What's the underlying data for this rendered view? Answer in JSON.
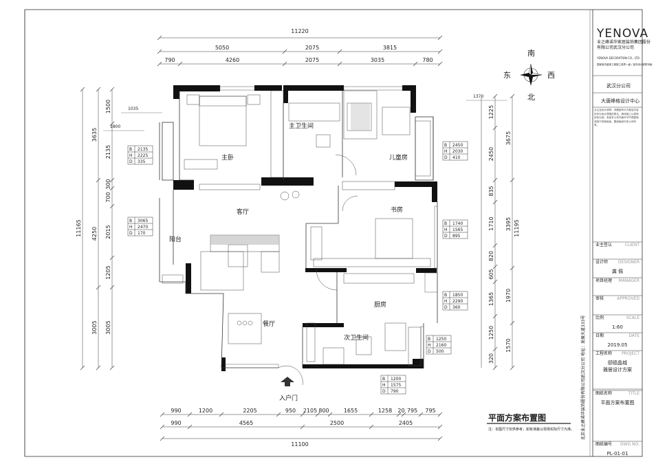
{
  "compass": {
    "north": "北",
    "south": "南",
    "east": "东",
    "west": "西"
  },
  "dims_top": {
    "total": "11220",
    "row2": [
      "5050",
      "2075",
      "3815"
    ],
    "row3": [
      "790",
      "4260",
      "2075",
      "3035",
      "780"
    ]
  },
  "dims_bottom": {
    "row1": [
      "990",
      "1200",
      "2205",
      "950",
      "2105",
      "800",
      "1655",
      "1258",
      "20",
      "795",
      "795"
    ],
    "row2": [
      "990",
      "4565",
      "2500",
      "2405"
    ],
    "total": "11100"
  },
  "dims_left": {
    "outer": [
      "3635",
      "4250",
      "3005"
    ],
    "inner": [
      "1500",
      "2135",
      "300",
      "700",
      "2015",
      "1205",
      "3005"
    ],
    "total": "11165",
    "notes": [
      "1035",
      "1800",
      "1370"
    ]
  },
  "dims_right": {
    "inner": [
      "1225",
      "2450",
      "835",
      "1710",
      "820",
      "605",
      "1365",
      "1250",
      "320"
    ],
    "outer": [
      "3675",
      "3395",
      "1970",
      "1570"
    ],
    "total": "11195"
  },
  "rooms": {
    "master_bedroom": "主卧",
    "master_bath": "主卫生间",
    "kids_room": "儿童房",
    "living_room": "客厅",
    "study": "书房",
    "balcony": "阳台",
    "kitchen": "厨房",
    "dining": "餐厅",
    "second_bath": "次卫生间",
    "entrance": "入户门"
  },
  "window_tables": [
    {
      "B": "2135",
      "H": "2225",
      "D": "335"
    },
    {
      "B": "2450",
      "H": "2030",
      "D": "410"
    },
    {
      "B": "3065",
      "H": "2470",
      "D": "170"
    },
    {
      "B": "1740",
      "H": "1565",
      "D": "895"
    },
    {
      "B": "1850",
      "H": "2290",
      "D": "360"
    },
    {
      "B": "1250",
      "H": "2160",
      "D": "500"
    },
    {
      "B": "1200",
      "H": "1575",
      "D": "790"
    }
  ],
  "drawing_title": "平面方案布置图",
  "note": "注：本图尺寸仅供参考，如有误差以现场实际尺寸为准。",
  "title_block": {
    "brand": "YENOVA",
    "company_line1": "业之峰诺华家居装饰集团股份",
    "company_line2": "有限公司武汉分公司",
    "brand_en": "YENOVA DECORATION CO., LTD",
    "slogan": "国家室内装饰工程施工资质一级 / 室内设计资质甲级",
    "branch": "武汉分公司",
    "center": "大唐峰格设计中心",
    "notice": "业主及设计说明：本图纸所示方案及内容仅作为设计意图的表达，具体施工以现场实际为准，未经本公司书面许可不得复制或用于其他用途，图纸版权归本公司所有。",
    "vertical": "北京业之峰诺华装饰股份有限公司武汉分公司 地址：发展大道333号",
    "fields": [
      {
        "cn": "业主签认",
        "en": "CLIENT",
        "value": ""
      },
      {
        "cn": "设计师",
        "en": "DESIGNER",
        "value": "龚 佩"
      },
      {
        "cn": "项目经理",
        "en": "MANAGER",
        "value": ""
      },
      {
        "cn": "审核",
        "en": "APPROVED",
        "value": ""
      },
      {
        "cn": "比例",
        "en": "SCALE",
        "value": "1:60"
      },
      {
        "cn": "日期",
        "en": "DATE",
        "value": "2019.05"
      },
      {
        "cn": "工程名称",
        "en": "PROJECT",
        "value": "颐德晶城|雅居设计方案"
      },
      {
        "cn": "图纸名称",
        "en": "TITLE",
        "value": "平面方案布置图"
      },
      {
        "cn": "图纸编号",
        "en": "DWG NO.",
        "value": "PL-01-01"
      }
    ]
  }
}
